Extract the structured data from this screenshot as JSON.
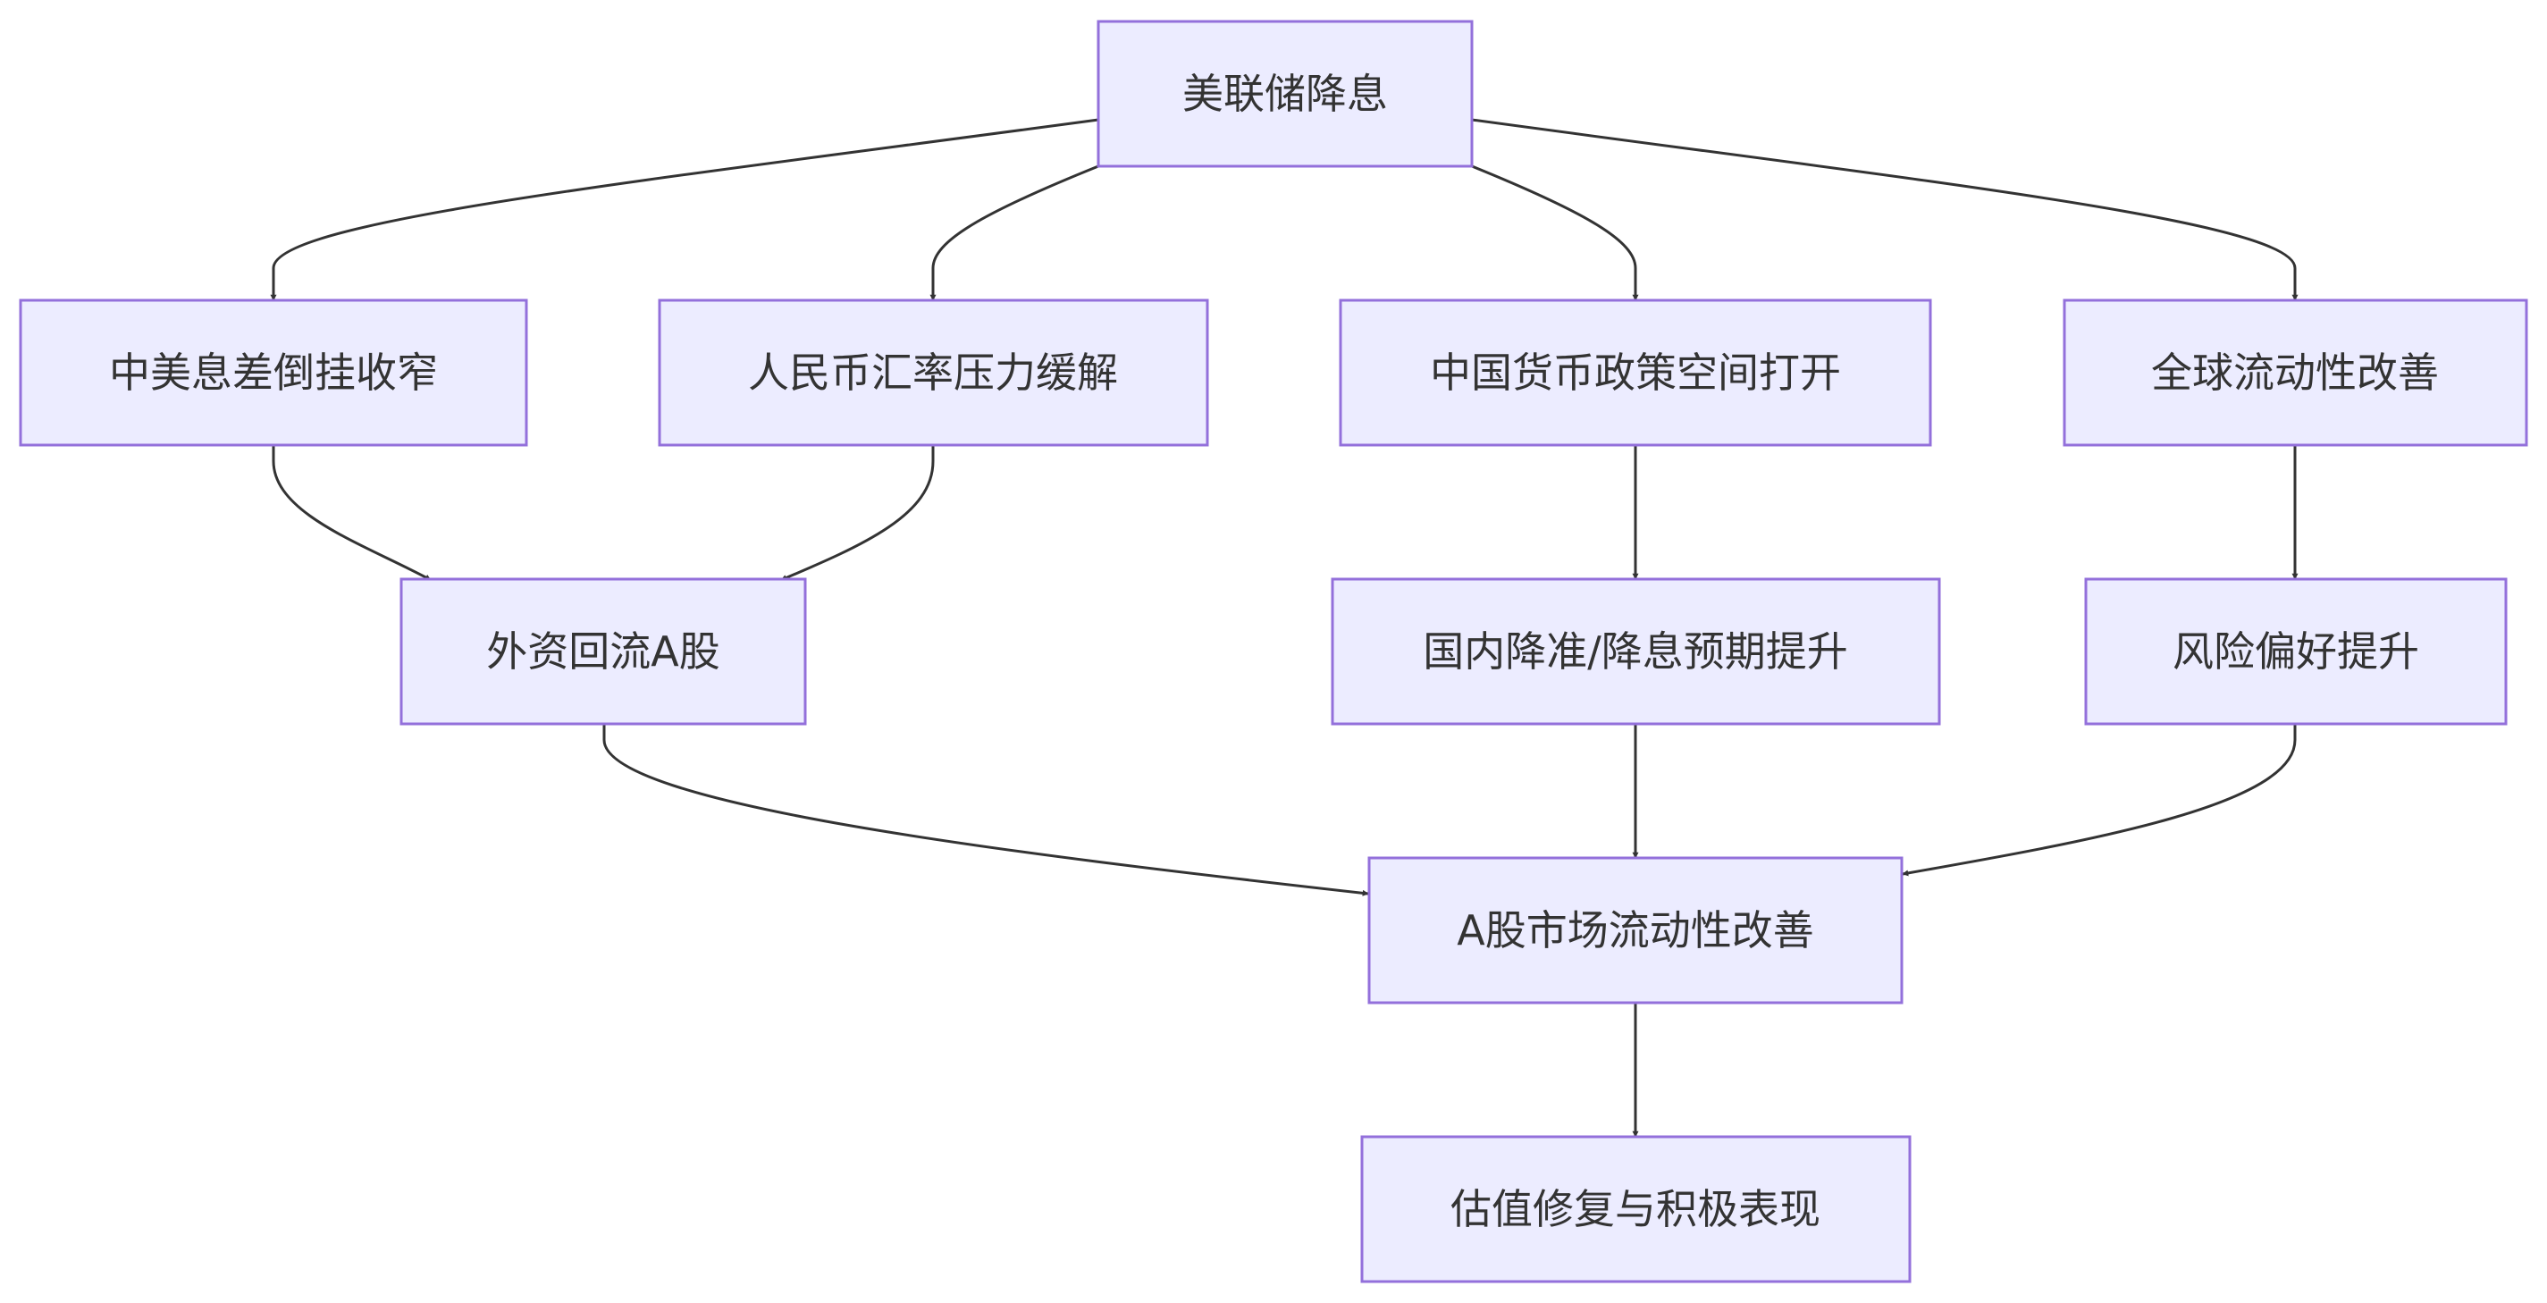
{
  "nodes": {
    "fed_cut": "美联储降息",
    "spread_narrow": "中美息差倒挂收窄",
    "rmb_relief": "人民币汇率压力缓解",
    "cn_policy_space": "中国货币政策空间打开",
    "global_liquidity": "全球流动性改善",
    "foreign_inflow": "外资回流A股",
    "domestic_cut_expect": "国内降准/降息预期提升",
    "risk_appetite": "风险偏好提升",
    "a_share_liquidity": "A股市场流动性改善",
    "valuation_repair": "估值修复与积极表现"
  },
  "edges": [
    {
      "from": "fed_cut",
      "to": "spread_narrow"
    },
    {
      "from": "fed_cut",
      "to": "rmb_relief"
    },
    {
      "from": "fed_cut",
      "to": "cn_policy_space"
    },
    {
      "from": "fed_cut",
      "to": "global_liquidity"
    },
    {
      "from": "spread_narrow",
      "to": "foreign_inflow"
    },
    {
      "from": "rmb_relief",
      "to": "foreign_inflow"
    },
    {
      "from": "cn_policy_space",
      "to": "domestic_cut_expect"
    },
    {
      "from": "global_liquidity",
      "to": "risk_appetite"
    },
    {
      "from": "foreign_inflow",
      "to": "a_share_liquidity"
    },
    {
      "from": "domestic_cut_expect",
      "to": "a_share_liquidity"
    },
    {
      "from": "risk_appetite",
      "to": "a_share_liquidity"
    },
    {
      "from": "a_share_liquidity",
      "to": "valuation_repair"
    }
  ],
  "colors": {
    "node_fill": "#ECECFF",
    "node_stroke": "#9370DB",
    "edge": "#333333",
    "text": "#333333"
  }
}
